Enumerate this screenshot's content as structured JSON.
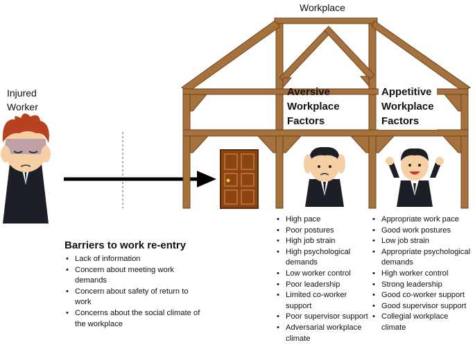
{
  "workplace_title": "Workplace",
  "worker_label_line1": "Injured",
  "worker_label_line2": "Worker",
  "aversive": {
    "heading": [
      "Aversive",
      "Workplace",
      "Factors"
    ],
    "items": [
      "High pace",
      "Poor postures",
      "High job strain",
      "High psychological demands",
      "Low worker control",
      "Poor leadership",
      "Limited co-worker support",
      "Poor supervisor support",
      "Adversarial workplace climate"
    ]
  },
  "appetitive": {
    "heading": [
      "Appetitive",
      "Workplace",
      "Factors"
    ],
    "items": [
      "Appropriate work pace",
      "Good work postures",
      "Low job strain",
      "Appropriate psychological demands",
      "High worker control",
      "Strong leadership",
      "Good co-worker support",
      "Good supervisor support",
      "Collegial workplace climate"
    ]
  },
  "barriers": {
    "heading": "Barriers to work re-entry",
    "items": [
      "Lack of information",
      "Concern about meeting work demands",
      "Concern about safety of return to work",
      "Concerns about the social climate of the workplace"
    ]
  },
  "colors": {
    "timber": "#a5713d",
    "timber_edge": "#6e4420",
    "door": "#8b4513",
    "suit": "#1c1f26",
    "hair": "#b8421f",
    "skin": "#f6cfa4"
  }
}
